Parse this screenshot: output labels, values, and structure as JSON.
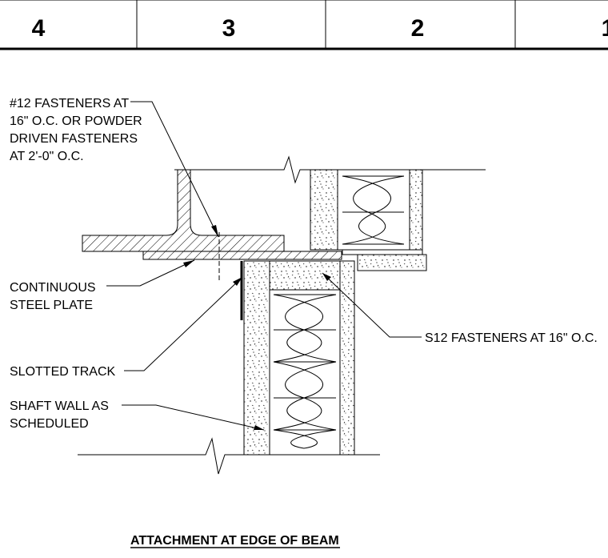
{
  "grid_labels": [
    "4",
    "3",
    "2",
    "1"
  ],
  "notes": {
    "fasteners_top": [
      "#12 FASTENERS AT",
      "16\" O.C. OR POWDER",
      "DRIVEN FASTENERS",
      "AT 2'-0\" O.C."
    ],
    "steel_plate": [
      "CONTINUOUS",
      "STEEL PLATE"
    ],
    "slotted_track": [
      "SLOTTED TRACK"
    ],
    "shaft_wall": [
      "SHAFT WALL AS",
      "SCHEDULED"
    ],
    "s12_fasteners": [
      "S12 FASTENERS AT 16\" O.C."
    ]
  },
  "title": "ATTACHMENT AT EDGE OF BEAM"
}
